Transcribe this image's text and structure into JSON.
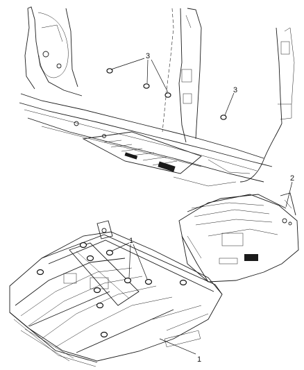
{
  "callouts": {
    "top_three": "3",
    "top_three_right": "3",
    "right_two": "2",
    "bottom_one_upper": "1",
    "bottom_one_lower": "1"
  }
}
